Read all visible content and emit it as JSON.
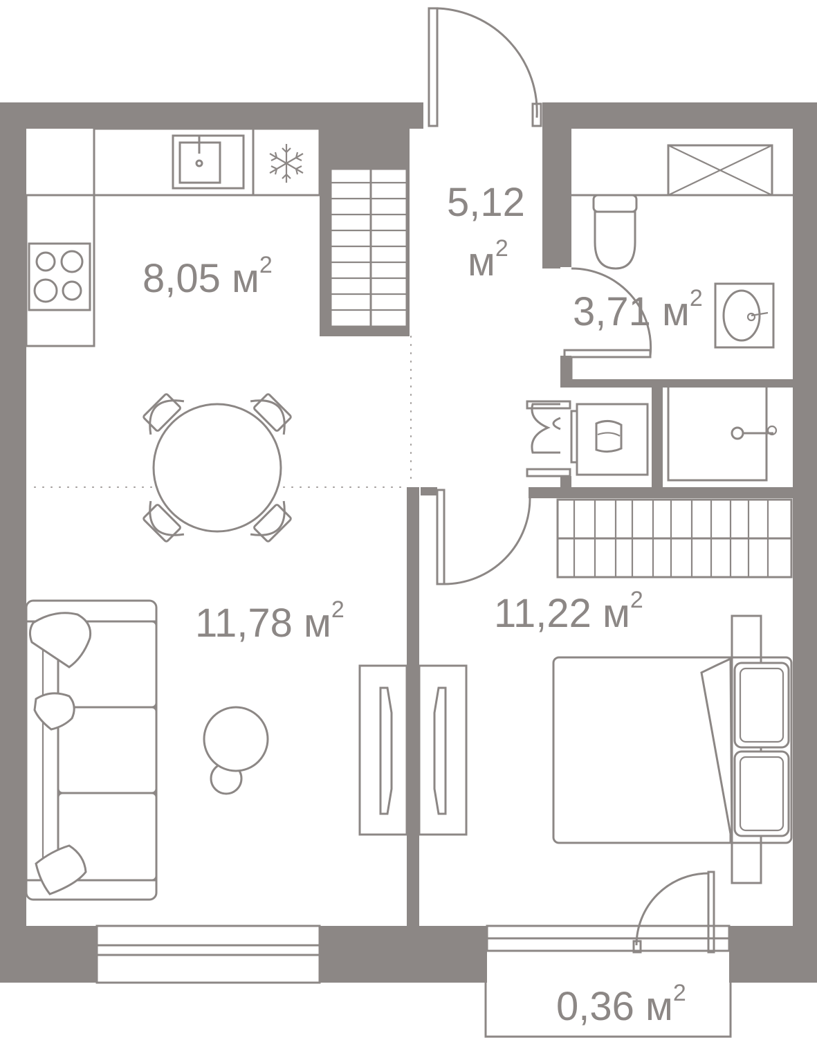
{
  "rooms": [
    {
      "id": "kitchen",
      "value": "8,05",
      "unit": "м",
      "exp": "2"
    },
    {
      "id": "hall",
      "value": "5,12",
      "unit": "м",
      "exp": "2"
    },
    {
      "id": "bathroom",
      "value": "3,71",
      "unit": "м",
      "exp": "2"
    },
    {
      "id": "living",
      "value": "11,78",
      "unit": "м",
      "exp": "2"
    },
    {
      "id": "bedroom",
      "value": "11,22",
      "unit": "м",
      "exp": "2"
    },
    {
      "id": "balcony",
      "value": "0,36",
      "unit": "м",
      "exp": "2"
    }
  ],
  "colors": {
    "wall": "#8c8785",
    "background": "#ffffff"
  },
  "icons": [
    "sink-icon",
    "snowflake-icon",
    "stove-icon",
    "toilet-icon",
    "washbasin-icon",
    "shower-icon",
    "washing-machine-icon"
  ]
}
